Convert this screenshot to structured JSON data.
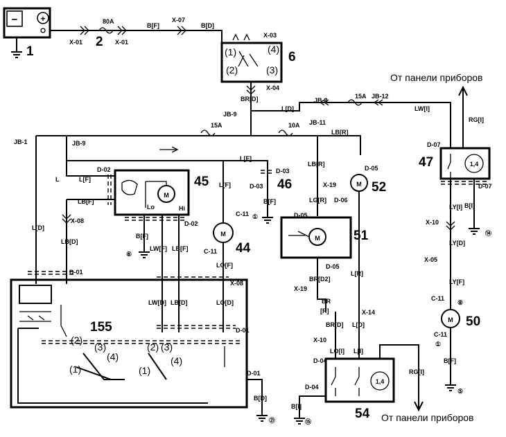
{
  "captions": {
    "top": "От панели приборов",
    "bottom": "От панели приборов"
  },
  "components": {
    "c1": "1",
    "c2": "2",
    "c6": "6",
    "c45": "45",
    "c46": "46",
    "c44": "44",
    "c47": "47",
    "c50": "50",
    "c51": "51",
    "c52": "52",
    "c54": "54",
    "c155": "155",
    "m": "M",
    "rel": "1,4"
  },
  "switch_positions": {
    "p1": "(1)",
    "p2": "(2)",
    "p3": "(3)",
    "p4": "(4)",
    "lo": "Lo",
    "hi": "Hi"
  },
  "labels": {
    "x01a": "X-01",
    "x01b": "X-01",
    "f80": "80A",
    "bf1": "B[F]",
    "x07": "X-07",
    "bd1": "B[D]",
    "x03": "X-03",
    "brd": "BR[D]",
    "x04": "X-04",
    "jb9a": "JB-9",
    "jb8": "JB-8",
    "ld1": "L[D]",
    "f15a": "15A",
    "jb12": "JB-12",
    "lw1": "LW[I]",
    "rg1": "RG[I]",
    "d07a": "D-07",
    "d07b": "D-07",
    "jb1": "JB-1",
    "f15b": "15A",
    "f10": "10A",
    "jb11": "JB-11",
    "lbr1": "LB[R]",
    "jb9b": "JB-9",
    "lf1": "L[F]",
    "d02a": "D-02",
    "l1": "L",
    "lf2": "L[F]",
    "lbf": "LB[F]",
    "lf3": "L[F]",
    "d03a": "D-03",
    "d03b": "D-03",
    "bf2": "B[F]",
    "lbr2": "LB[R]",
    "d05a": "D-05",
    "x19a": "X-19",
    "lgr": "LG[R]",
    "d06": "D-06",
    "ly1": "LY[I]",
    "bi1": "B[I]",
    "x10a": "X-10",
    "lyd": "LY[D]",
    "x05": "X-05",
    "lyf": "LY[F]",
    "c11a": "C-11",
    "c11b": "C-11",
    "bf3": "B[F]",
    "ld2": "L[D]",
    "x08a": "X-08",
    "lbd": "LB[D]",
    "c11c": "C-11",
    "c11d": "C-11",
    "bf4": "B[F]",
    "lwf": "LW[F]",
    "lbf2": "LB[F]",
    "d02b": "D-02",
    "d05b": "D-05",
    "d05c": "D-05",
    "brd2": "BR[D2]",
    "x19b": "X-19",
    "lr1": "L[R]",
    "d01a": "D-01",
    "lof": "LO[F]",
    "x08b": "X-08",
    "lwd": "LW[D]",
    "lbd2": "LB[D]",
    "lod": "LO[D]",
    "d01b": "D-01",
    "br": "BR",
    "rr": "[R]",
    "x14": "X-14",
    "brd3": "BR[D]",
    "ld3": "L[D]",
    "x10b": "X-10",
    "loi": "LO[I]",
    "li": "L[I]",
    "d04a": "D-04",
    "d04b": "D-04",
    "rgi": "RG[I]",
    "d01c": "D-01",
    "bd2": "B[D]",
    "bi2": "B[I]"
  },
  "grounds": {
    "g6": "⑥",
    "g5": "⑤",
    "g14": "⑭",
    "g15": "⑮",
    "g21": "㉑",
    "g1": "①",
    "g8": "⑧"
  }
}
